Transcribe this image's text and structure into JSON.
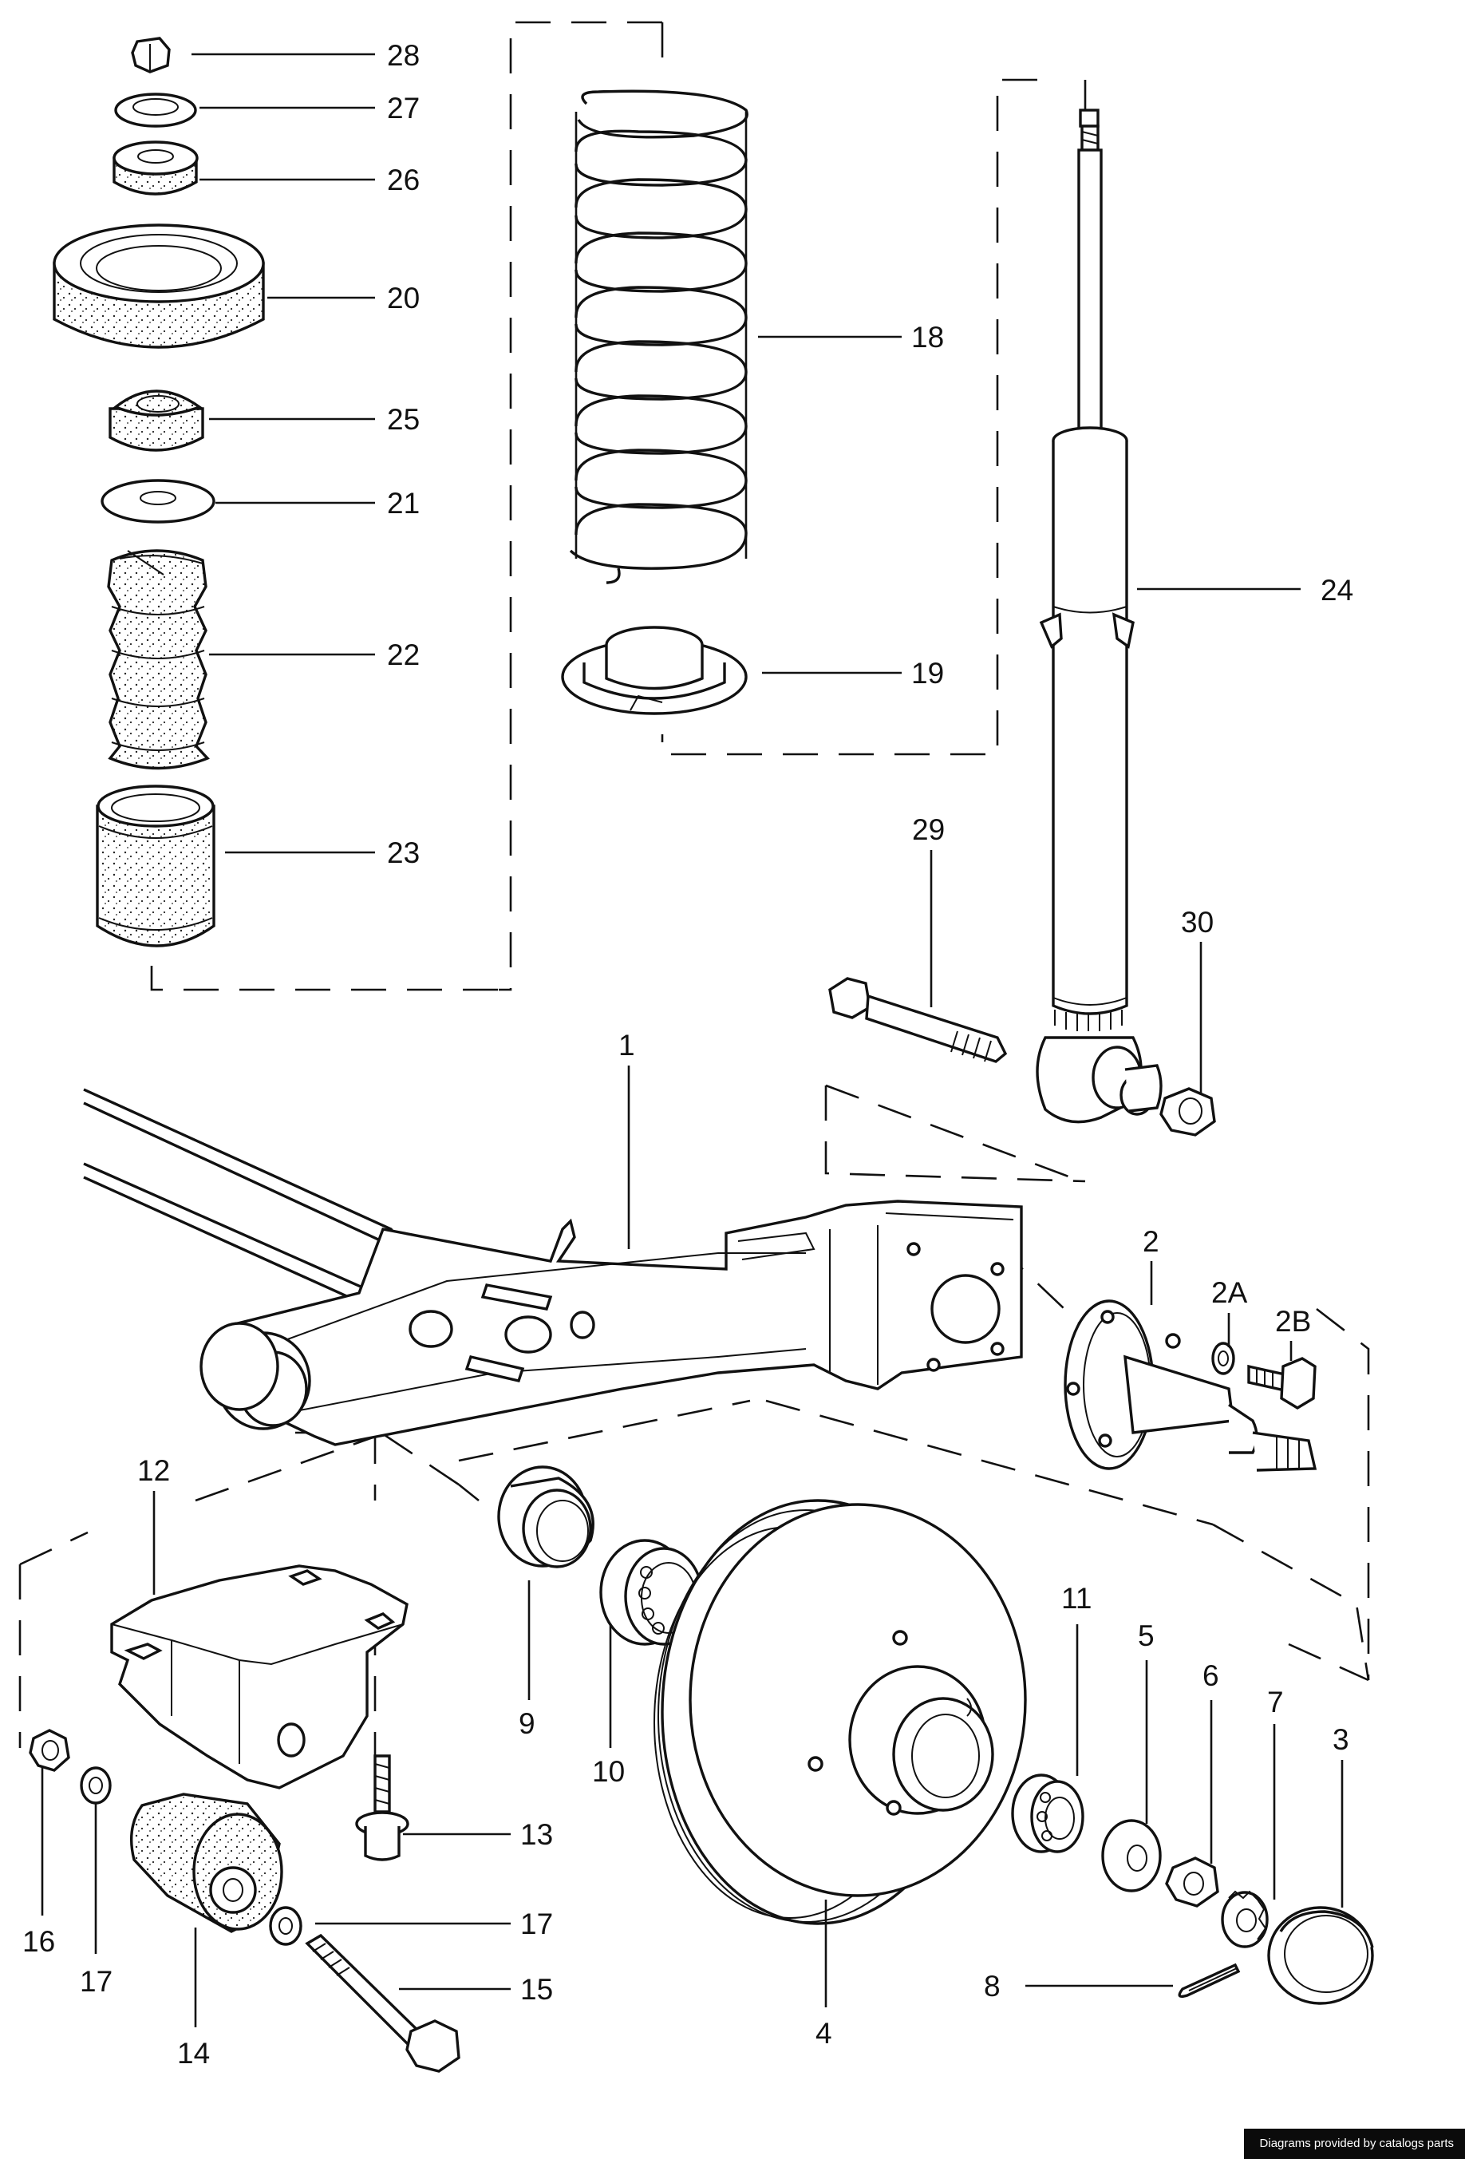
{
  "diagram": {
    "callouts": [
      {
        "id": "c28",
        "label": "28"
      },
      {
        "id": "c27",
        "label": "27"
      },
      {
        "id": "c26",
        "label": "26"
      },
      {
        "id": "c20",
        "label": "20"
      },
      {
        "id": "c25",
        "label": "25"
      },
      {
        "id": "c21",
        "label": "21"
      },
      {
        "id": "c22",
        "label": "22"
      },
      {
        "id": "c23",
        "label": "23"
      },
      {
        "id": "c18",
        "label": "18"
      },
      {
        "id": "c19",
        "label": "19"
      },
      {
        "id": "c24",
        "label": "24"
      },
      {
        "id": "c29",
        "label": "29"
      },
      {
        "id": "c30",
        "label": "30"
      },
      {
        "id": "c1",
        "label": "1"
      },
      {
        "id": "c2",
        "label": "2"
      },
      {
        "id": "c2A",
        "label": "2A"
      },
      {
        "id": "c2B",
        "label": "2B"
      },
      {
        "id": "c12",
        "label": "12"
      },
      {
        "id": "c9",
        "label": "9"
      },
      {
        "id": "c10",
        "label": "10"
      },
      {
        "id": "c11",
        "label": "11"
      },
      {
        "id": "c5",
        "label": "5"
      },
      {
        "id": "c6",
        "label": "6"
      },
      {
        "id": "c7",
        "label": "7"
      },
      {
        "id": "c3",
        "label": "3"
      },
      {
        "id": "c13",
        "label": "13"
      },
      {
        "id": "c16",
        "label": "16"
      },
      {
        "id": "c17a",
        "label": "17"
      },
      {
        "id": "c17b",
        "label": "17"
      },
      {
        "id": "c15",
        "label": "15"
      },
      {
        "id": "c14",
        "label": "14"
      },
      {
        "id": "c4",
        "label": "4"
      },
      {
        "id": "c8",
        "label": "8"
      }
    ]
  },
  "footer": {
    "credit": "Diagrams provided by catalogs parts"
  }
}
